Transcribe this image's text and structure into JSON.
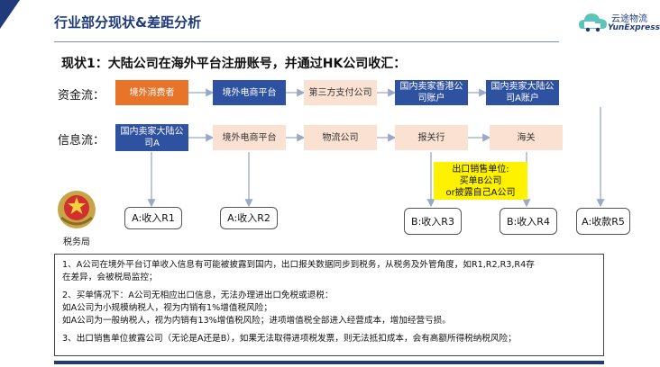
{
  "title": "行业部分现状&差距分析",
  "logo": {
    "cn": "云途物流",
    "en": "YunExpress"
  },
  "subtitle": "现状1：大陆公司在海外平台注册账号，并通过HK公司收汇：",
  "rows": {
    "fund_flow": {
      "label": "资金流：",
      "boxes": [
        "境外消费者",
        "境外电商平台",
        "第三方支付公司",
        "国内卖家香港公司账户",
        "国内卖家大陆公司A账户"
      ]
    },
    "info_flow": {
      "label": "信息流：",
      "boxes": [
        "国内卖家大陆公司A",
        "境外电商平台",
        "物流公司",
        "报关行",
        "海关"
      ]
    }
  },
  "export_unit": {
    "line1": "出口销售单位:",
    "line2": "买单B公司",
    "line3": "or披露自己A公司"
  },
  "incomes": [
    "A:收入R1",
    "A:收入R2",
    "B:收入R3",
    "B:收入R4",
    "A:收款R5"
  ],
  "seal_label": "税务局",
  "notes": [
    "1、A公司在境外平台订单收入信息有可能被披露到国内，出口报关数据同步到税务，从税务及外管角度，如R1,R2,R3,R4存",
    "在差异，会被税局监控；",
    "",
    "2、买单情况下：A公司无相应出口信息，无法办理进出口免税或退税：",
    "    如A公司为小规模纳税人，视为内销有1%增值税风险；",
    "    如A公司为一般纳税人，视为内销有13%增值税风险；进项增值税全部进入经营成本，增加经营亏损。",
    "",
    "3、出口销售单位披露公司（无论是A还是B），如果无法取得进项税发票，则无法抵扣成本，会有高额所得税纳税风险；"
  ],
  "colors": {
    "navy": "#1f3b7a",
    "blue_box": "#2f52a0",
    "orange_box": "#e8742a",
    "peach_box": "#fbe1d1",
    "yellow_box": "#fef200",
    "arrow": "#9aa9c4"
  }
}
